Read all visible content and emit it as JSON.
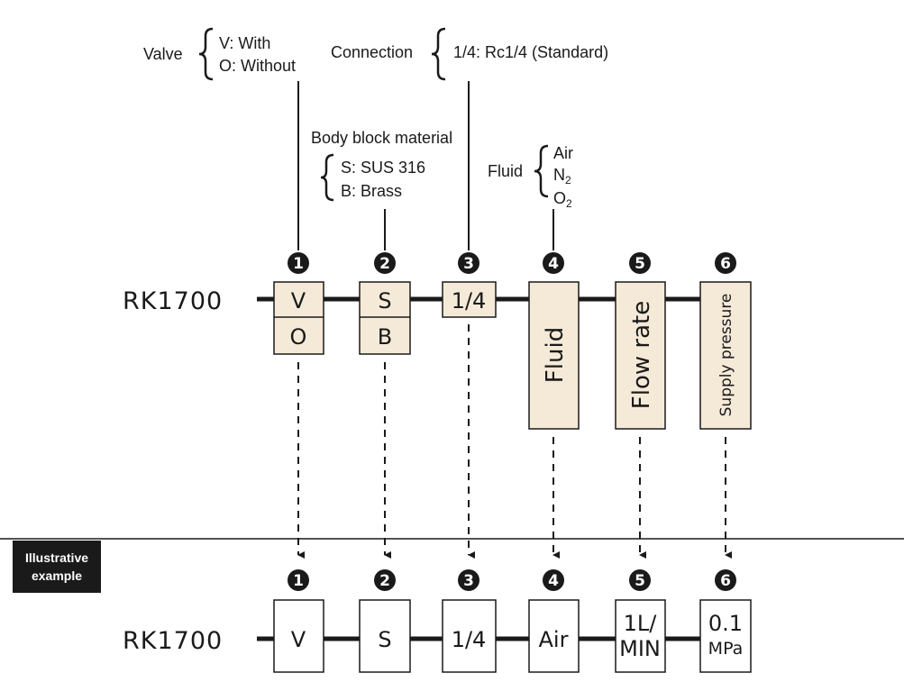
{
  "annotations": {
    "valve": {
      "title": "Valve",
      "options": [
        "V: With",
        "O: Without"
      ]
    },
    "connection": {
      "title": "Connection",
      "options": [
        "1/4: Rc1/4 (Standard)"
      ]
    },
    "body_block": {
      "title": "Body block material",
      "options": [
        "S: SUS 316",
        "B: Brass"
      ]
    },
    "fluid": {
      "title": "Fluid",
      "options": [
        "Air",
        "N",
        "O"
      ],
      "subscripts": [
        "",
        "2",
        "2"
      ]
    }
  },
  "model_code": {
    "prefix": "RK1700",
    "numbers": [
      "1",
      "2",
      "3",
      "4",
      "5",
      "6"
    ],
    "fields": {
      "valve": [
        "V",
        "O"
      ],
      "body": [
        "S",
        "B"
      ],
      "connection": "1/4",
      "fluid": "Fluid",
      "flow_rate": "Flow rate",
      "supply_pressure": "Supply pressure"
    }
  },
  "example": {
    "badge": [
      "Illustrative",
      "example"
    ],
    "prefix": "RK1700",
    "numbers": [
      "1",
      "2",
      "3",
      "4",
      "5",
      "6"
    ],
    "values": {
      "valve": "V",
      "body": "S",
      "connection": "1/4",
      "fluid": "Air",
      "flow_rate": [
        "1L/",
        "MIN"
      ],
      "supply_pressure": [
        "0.1",
        "MPa"
      ]
    }
  },
  "colors": {
    "box_fill": "#f5ead8",
    "line": "#1a1a1a",
    "badge_bg": "#1a1a1a"
  }
}
